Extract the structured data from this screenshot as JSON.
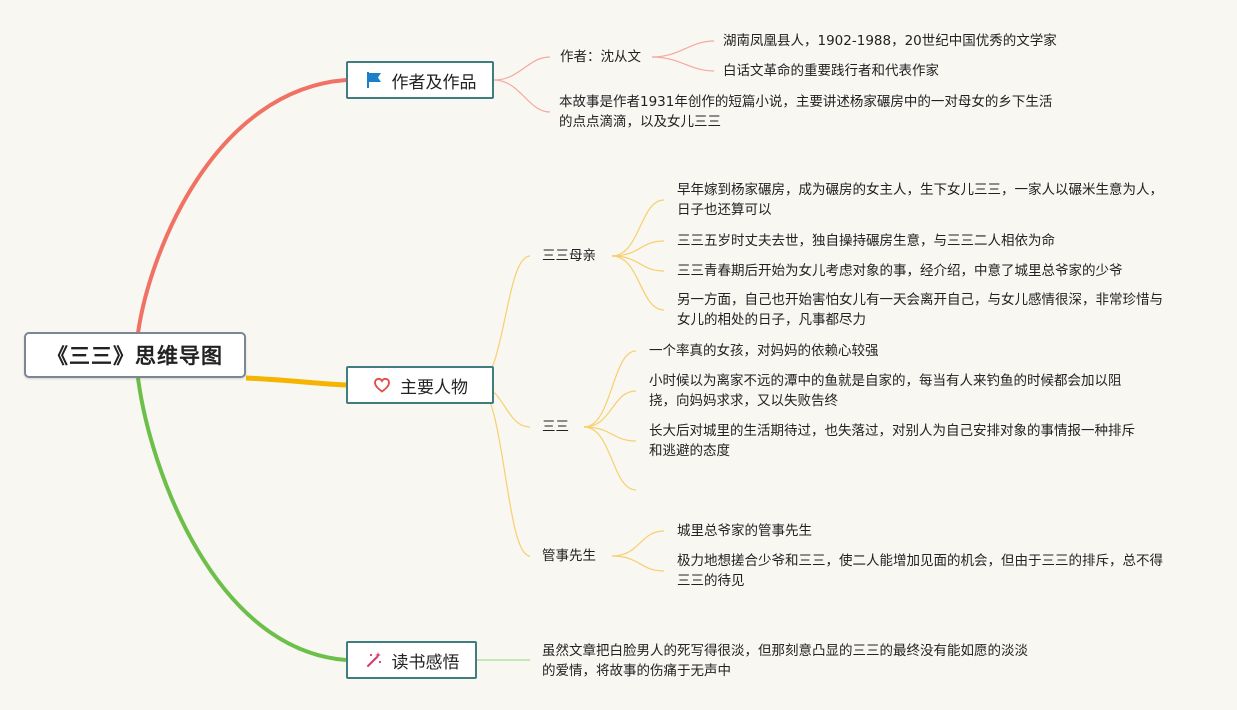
{
  "root": {
    "title": "《三三》思维导图"
  },
  "branches": {
    "author_works": {
      "label": "作者及作品",
      "author": {
        "label": "作者：沈从文",
        "details": [
          "湖南凤凰县人，1902-1988，20世纪中国优秀的文学家",
          "白话文革命的重要践行者和代表作家"
        ]
      },
      "summary": "本故事是作者1931年创作的短篇小说，主要讲述杨家碾房中的一对母女的乡下生活的点点滴滴，以及女儿三三"
    },
    "characters": {
      "label": "主要人物",
      "mother": {
        "label": "三三母亲",
        "details": [
          "早年嫁到杨家碾房，成为碾房的女主人，生下女儿三三，一家人以碾米生意为人，日子也还算可以",
          "三三五岁时丈夫去世，独自操持碾房生意，与三三二人相依为命",
          "三三青春期后开始为女儿考虑对象的事，经介绍，中意了城里总爷家的少爷",
          "另一方面，自己也开始害怕女儿有一天会离开自己，与女儿感情很深，非常珍惜与女儿的相处的日子，凡事都尽力"
        ]
      },
      "sansan": {
        "label": "三三",
        "details": [
          "一个率真的女孩，对妈妈的依赖心较强",
          "小时候以为离家不远的潭中的鱼就是自家的，每当有人来钓鱼的时候都会加以阻挠，向妈妈求求，又以失败告终",
          "长大后对城里的生活期待过，也失落过，对别人为自己安排对象的事情报一种排斥和逃避的态度"
        ]
      },
      "steward": {
        "label": "管事先生",
        "details": [
          "城里总爷家的管事先生",
          "极力地想搓合少爷和三三，使二人能增加见面的机会，但由于三三的排斥，总不得三三的待见"
        ]
      }
    },
    "reflection": {
      "label": "读书感悟",
      "text": "虽然文章把白脸男人的死写得很淡，但那刻意凸显的三三的最终没有能如愿的淡淡的爱情，将故事的伤痛于无声中"
    }
  },
  "colors": {
    "branch_author": "#f07265",
    "branch_characters": "#f5b400",
    "branch_reflection": "#6cc04a",
    "sub_author": "#f5a8a0",
    "sub_characters": "#f7cf6e",
    "sub_reflection": "#a8d992",
    "node_border": "#3f7d7f"
  },
  "icons": {
    "author_works": "flag-icon",
    "characters": "heart-icon",
    "reflection": "sparkle-wand-icon"
  }
}
